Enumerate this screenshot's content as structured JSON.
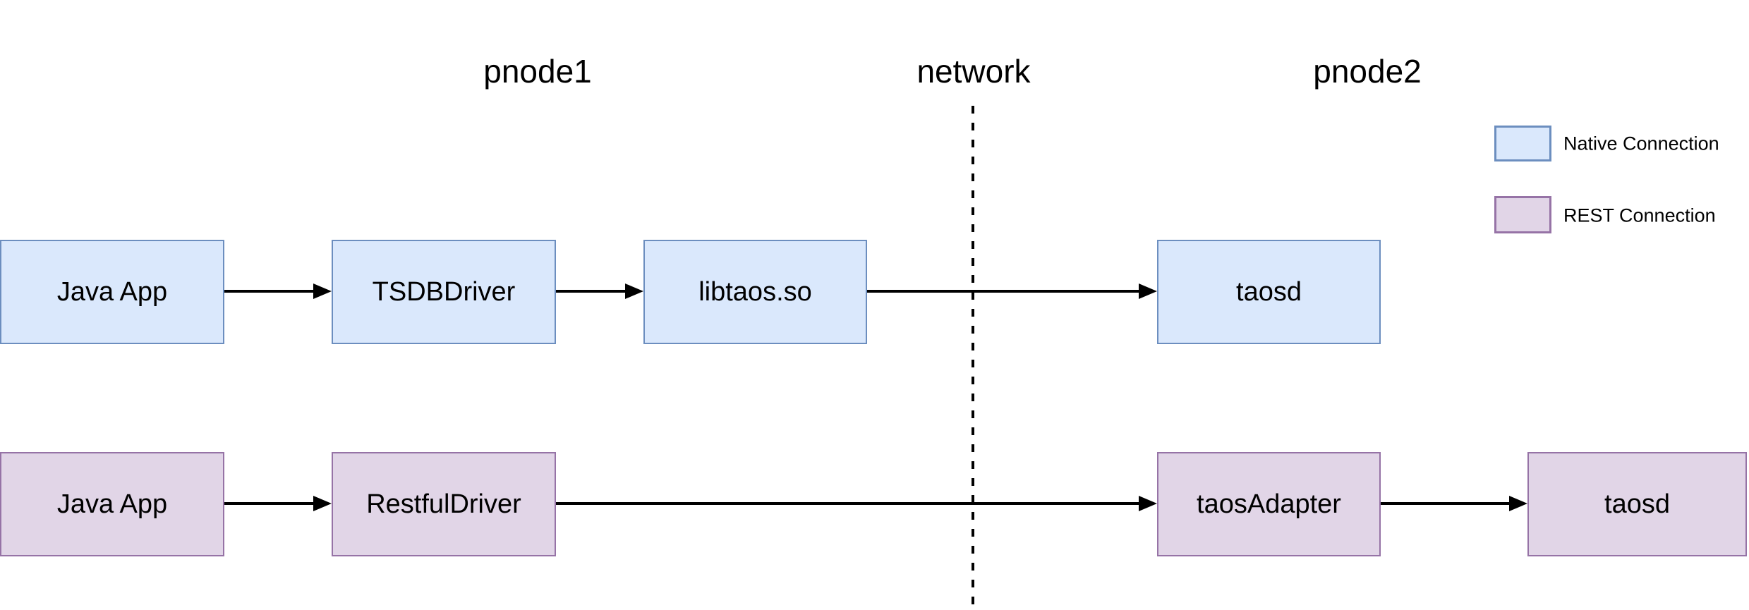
{
  "colors": {
    "native_fill": "#dae8fc",
    "native_border": "#6c8ebf",
    "rest_fill": "#e1d5e7",
    "rest_border": "#9673a6",
    "line": "#000000"
  },
  "zones": {
    "pnode1": "pnode1",
    "network": "network",
    "pnode2": "pnode2"
  },
  "legend": {
    "native_label": "Native Connection",
    "rest_label": "REST Connection"
  },
  "rows": {
    "native": {
      "nodes": [
        {
          "label": "Java App"
        },
        {
          "label": "TSDBDriver"
        },
        {
          "label": "libtaos.so"
        },
        {
          "label": "taosd"
        }
      ],
      "edges": [
        {
          "from": "Java App",
          "to": "TSDBDriver"
        },
        {
          "from": "TSDBDriver",
          "to": "libtaos.so"
        },
        {
          "from": "libtaos.so",
          "to": "taosd"
        }
      ]
    },
    "rest": {
      "nodes": [
        {
          "label": "Java App"
        },
        {
          "label": "RestfulDriver"
        },
        {
          "label": "taosAdapter"
        },
        {
          "label": "taosd"
        }
      ],
      "edges": [
        {
          "from": "Java App",
          "to": "RestfulDriver"
        },
        {
          "from": "RestfulDriver",
          "to": "taosAdapter"
        },
        {
          "from": "taosAdapter",
          "to": "taosd"
        }
      ]
    }
  }
}
